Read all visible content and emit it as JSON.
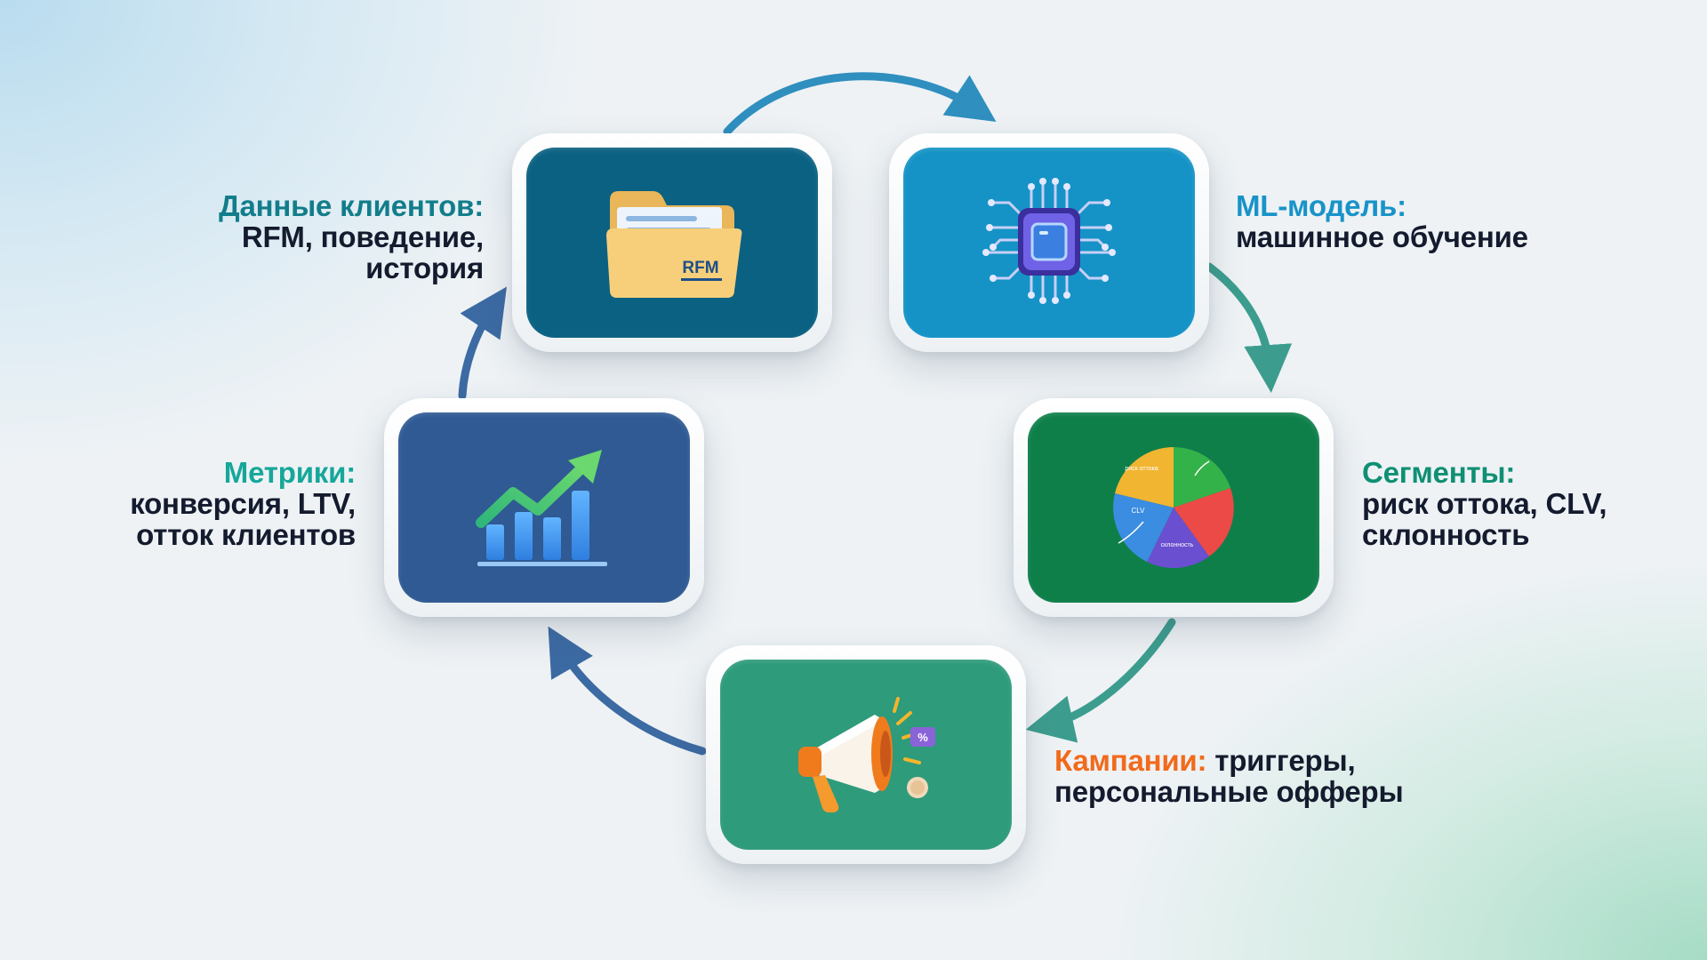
{
  "colors": {
    "data_card": "#0b6182",
    "ml_card": "#1593c6",
    "segments_card": "#0f7f4a",
    "campaigns_card": "#2e9b7b",
    "metrics_card": "#2f5a93",
    "arrow_blue": "#2f8fbf",
    "arrow_teal": "#3c9d8e",
    "arrow_navy": "#3c6aa3"
  },
  "steps": {
    "data": {
      "title": "Данные клиентов:",
      "lines": [
        "RFM, поведение,",
        "история"
      ],
      "icon_name": "folder-icon",
      "icon_text": "RFM"
    },
    "ml": {
      "title": "ML-модель:",
      "lines": [
        "машинное обучение"
      ],
      "icon_name": "chip-icon"
    },
    "segments": {
      "title": "Сегменты:",
      "lines": [
        "риск оттока, CLV,",
        "склонность"
      ],
      "icon_name": "pie-chart-icon",
      "pie_labels": [
        "риск оттока",
        "CLV",
        "склонность"
      ]
    },
    "campaigns": {
      "title": "Кампании:",
      "rest": "триггеры,",
      "lines": [
        "персональные офферы"
      ],
      "icon_name": "megaphone-icon",
      "icon_text": "%"
    },
    "metrics": {
      "title": "Метрики:",
      "lines": [
        "конверсия, LTV,",
        "отток клиентов"
      ],
      "icon_name": "growth-chart-icon"
    }
  }
}
